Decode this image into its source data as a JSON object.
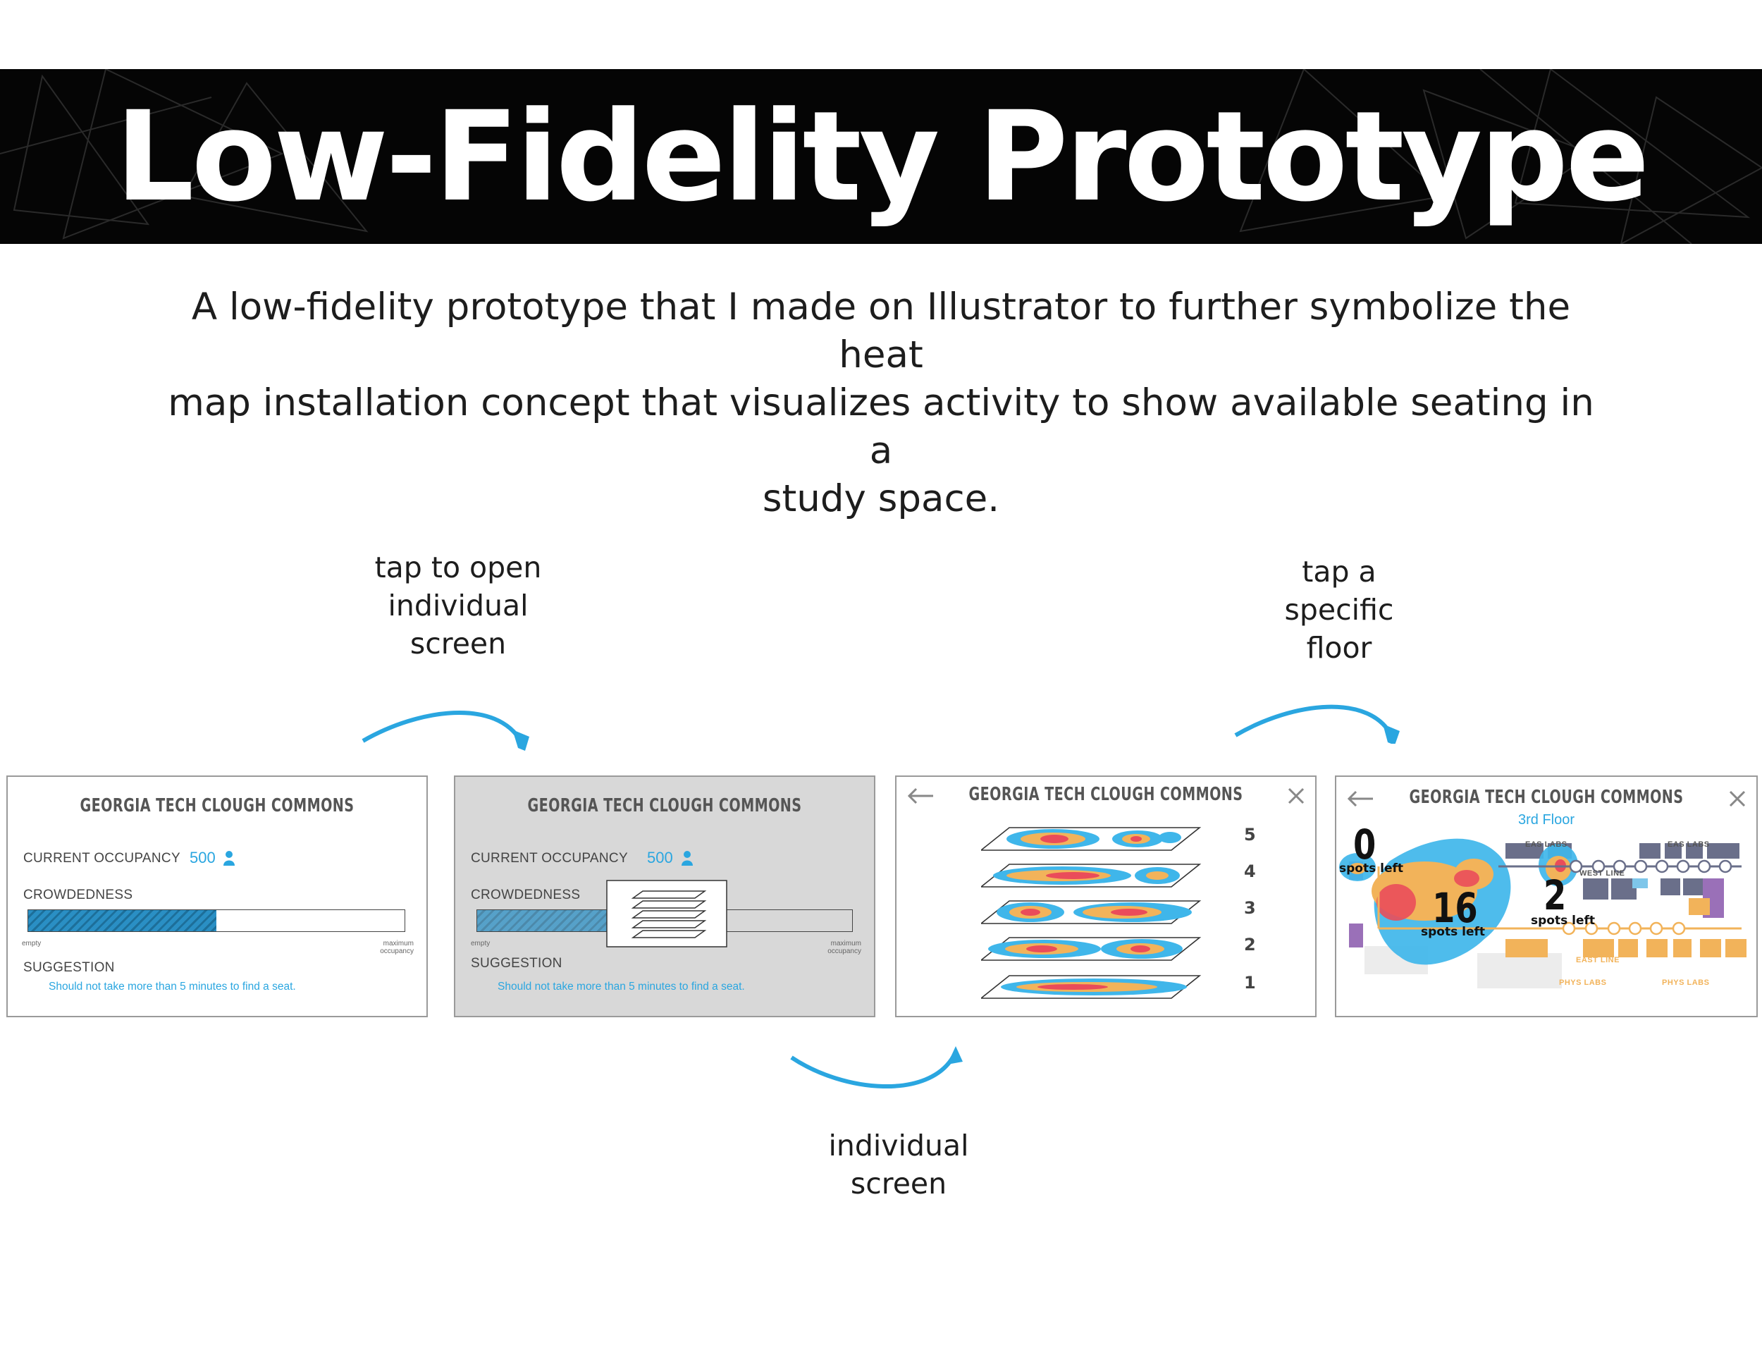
{
  "header": {
    "title": "Low-Fidelity Prototype"
  },
  "description": {
    "lines": [
      "A low-fidelity prototype that I made on Illustrator to further symbolize the heat",
      "map installation concept that visualizes activity to show available seating in a",
      "study space."
    ]
  },
  "annotations": {
    "tap_open": [
      "tap to open",
      "individual",
      "screen"
    ],
    "tap_floor": [
      "tap a",
      "specific",
      "floor"
    ],
    "individual": [
      "individual",
      "screen"
    ]
  },
  "colors": {
    "accent": "#2aa6e0",
    "banner": "#050505",
    "heat_blue": "#3fb6ea",
    "heat_orange": "#f2b35a",
    "heat_red": "#ea4c5a"
  },
  "screens": {
    "home": {
      "title": "GEORGIA TECH CLOUGH COMMONS",
      "occupancy_label": "CURRENT OCCUPANCY",
      "occupancy_value": "500",
      "crowdedness_label": "CROWDEDNESS",
      "crowdedness_fraction": 0.5,
      "bar_min_label": "empty",
      "bar_max_label": "maximum occupancy",
      "suggestion_label": "SUGGESTION",
      "suggestion_text": "Should not take more than 5 minutes to find a seat."
    },
    "tapped": {
      "title": "GEORGIA TECH CLOUGH COMMONS",
      "occupancy_label": "CURRENT OCCUPANCY",
      "occupancy_value": "500",
      "crowdedness_label": "CROWDEDNESS",
      "crowdedness_fraction": 0.5,
      "bar_min_label": "empty",
      "bar_max_label": "maximum occupancy",
      "suggestion_label": "SUGGESTION",
      "suggestion_text": "Should not take more than 5 minutes to find a seat."
    },
    "floors": {
      "title": "GEORGIA TECH CLOUGH COMMONS",
      "floor_labels": [
        "5",
        "4",
        "3",
        "2",
        "1"
      ]
    },
    "floor_detail": {
      "title": "GEORGIA TECH CLOUGH COMMONS",
      "subtitle": "3rd Floor",
      "spots": [
        {
          "count": "0",
          "label": "spots left"
        },
        {
          "count": "16",
          "label": "spots left"
        },
        {
          "count": "2",
          "label": "spots left"
        }
      ],
      "map_labels": [
        "EAS LABS",
        "EAS LABS",
        "WEST LINE",
        "EAST LINE",
        "PHYS LABS",
        "PHYS LABS"
      ]
    }
  }
}
